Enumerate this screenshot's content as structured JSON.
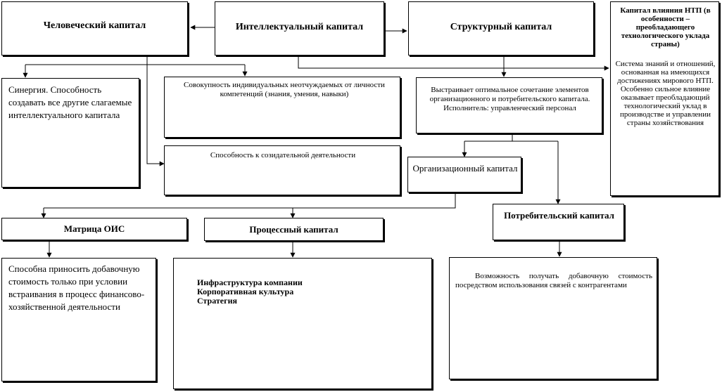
{
  "nodes": {
    "human_capital": "Человеческий капитал",
    "intellectual_capital": "Интеллектуальный капитал",
    "structural_capital": "Структурный капитал",
    "npt_capital": {
      "title": "Капитал влияния НТП (в особенности – преобладающего технологического уклада страны)",
      "body": "Система знаний и отношений, основанная на имеющихся достижениях мирового НТП. Особенно сильное влияние оказывает преобладающий технологический уклад в производстве и управлении страны хозяйствования"
    },
    "synergy": "Синергия. Способность создавать все другие слагаемые интеллектуального капитала",
    "competences": "Совокупность индивидуальных неотчуждаемых от личности компетенций (знания, умения, навыки)",
    "creative_ability": "Способность к созидательной деятельности",
    "structural_desc": "Выстраивает оптимальное сочетание элементов организационного и потребительского капитала. Исполнитель: управленческий персонал",
    "organizational_capital": "Организационный капитал",
    "ois_matrix": "Матрица ОИС",
    "process_capital": "Процессный капитал",
    "consumer_capital": "Потребительский капитал",
    "ois_desc": "Способна приносить добавочную стоимость только при условии встраивания в процесс финансово-хозяйственной деятельности",
    "process_items": [
      "Инфраструктура компании",
      "Корпоративная культура",
      "Стратегия"
    ],
    "consumer_desc": "Возможность получать добавочную стоимость посредством использования связей с контрагентами"
  }
}
